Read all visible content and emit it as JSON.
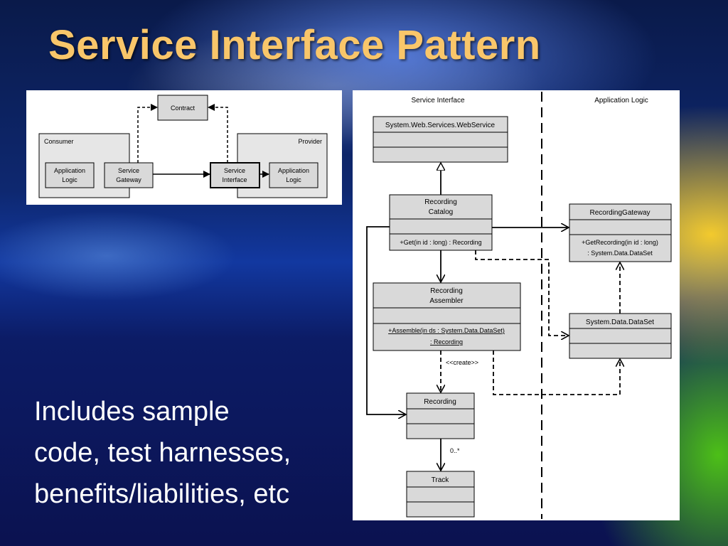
{
  "slide": {
    "title": "Service Interface Pattern",
    "body_lines": [
      "Includes sample",
      "code, test harnesses,",
      "benefits/liabilities, etc"
    ]
  },
  "diagram_overview": {
    "contract": "Contract",
    "consumer": "Consumer",
    "provider": "Provider",
    "consumer_app_logic": [
      "Application",
      "Logic"
    ],
    "service_gateway": [
      "Service",
      "Gateway"
    ],
    "service_interface": [
      "Service",
      "Interface"
    ],
    "provider_app_logic": [
      "Application",
      "Logic"
    ]
  },
  "diagram_uml": {
    "lane_left": "Service Interface",
    "lane_right": "Application Logic",
    "webservice_class": "System.Web.Services.WebService",
    "catalog_class": [
      "Recording",
      "Catalog"
    ],
    "catalog_method": "+Get(in id : long) : Recording",
    "assembler_class": [
      "Recording",
      "Assembler"
    ],
    "assembler_method": [
      "+Assemble(in ds : System.Data.DataSet)",
      ": Recording"
    ],
    "recording_class": "Recording",
    "track_class": "Track",
    "gateway_class": "RecordingGateway",
    "gateway_method": [
      "+GetRecording(in id : long)",
      ": System.Data.DataSet"
    ],
    "dataset_class": "System.Data.DataSet",
    "create_label": "<<create>>",
    "multiplicity": "0..*"
  },
  "colors": {
    "title": "#f9c66a",
    "body_text": "#ffffff",
    "box_fill": "#d9d9d9",
    "panel": "#ffffff"
  }
}
